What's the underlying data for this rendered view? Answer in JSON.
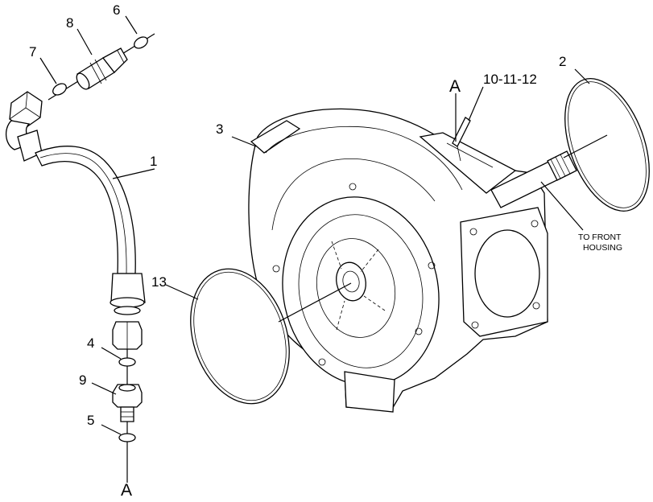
{
  "callouts": {
    "c1": "1",
    "c2": "2",
    "c3": "3",
    "c4": "4",
    "c5": "5",
    "c6": "6",
    "c7": "7",
    "c8": "8",
    "c9": "9",
    "c10": "10-11-12",
    "c13": "13"
  },
  "refs": {
    "a_top": "A",
    "a_bottom": "A"
  },
  "notes": {
    "to_front_line1": "TO FRONT",
    "to_front_line2": "HOUSING"
  }
}
